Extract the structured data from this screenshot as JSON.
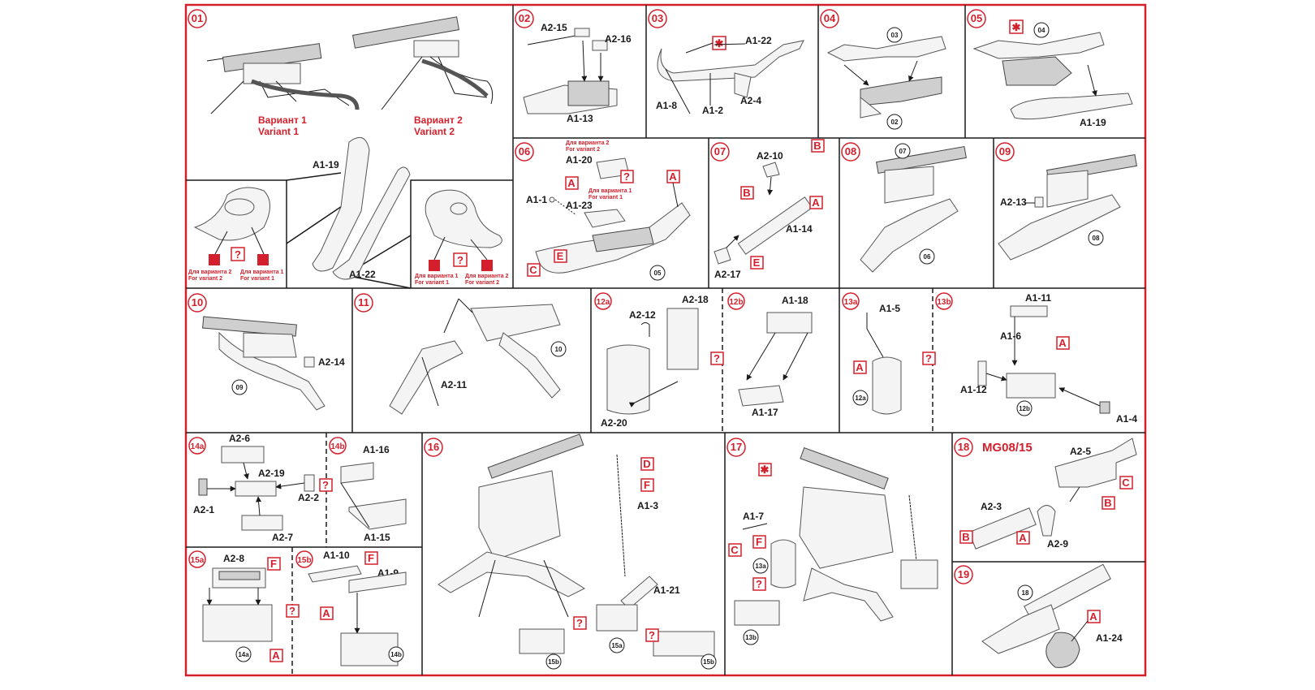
{
  "steps": {
    "s01": "01",
    "s02": "02",
    "s03": "03",
    "s04": "04",
    "s05": "05",
    "s06": "06",
    "s07": "07",
    "s08": "08",
    "s09": "09",
    "s10": "10",
    "s11": "11",
    "s12a": "12a",
    "s12b": "12b",
    "s13a": "13a",
    "s13b": "13b",
    "s14a": "14a",
    "s14b": "14b",
    "s15a": "15a",
    "s15b": "15b",
    "s16": "16",
    "s17": "17",
    "s18": "18",
    "s19": "19"
  },
  "variants": {
    "v1_ru": "Вариант 1",
    "v1_en": "Variant 1",
    "v2_ru": "Вариант 2",
    "v2_en": "Variant 2",
    "for_v1_ru": "Для варианта 1",
    "for_v1_en": "For variant 1",
    "for_v2_ru": "Для варианта 2",
    "for_v2_en": "For variant 2"
  },
  "parts": {
    "a1_1": "A1-1",
    "a1_2": "A1-2",
    "a1_3": "A1-3",
    "a1_4": "A1-4",
    "a1_5": "A1-5",
    "a1_6": "A1-6",
    "a1_7": "A1-7",
    "a1_8": "A1-8",
    "a1_9": "A1-9",
    "a1_10": "A1-10",
    "a1_11": "A1-11",
    "a1_12": "A1-12",
    "a1_13": "A1-13",
    "a1_14": "A1-14",
    "a1_15": "A1-15",
    "a1_16": "A1-16",
    "a1_17": "A1-17",
    "a1_18": "A1-18",
    "a1_19": "A1-19",
    "a1_20": "A1-20",
    "a1_21": "A1-21",
    "a1_22": "A1-22",
    "a1_23": "A1-23",
    "a1_24": "A1-24",
    "a2_1": "A2-1",
    "a2_2": "A2-2",
    "a2_3": "A2-3",
    "a2_4": "A2-4",
    "a2_5": "A2-5",
    "a2_6": "A2-6",
    "a2_7": "A2-7",
    "a2_8": "A2-8",
    "a2_9": "A2-9",
    "a2_10": "A2-10",
    "a2_11": "A2-11",
    "a2_12": "A2-12",
    "a2_13": "A2-13",
    "a2_14": "A2-14",
    "a2_15": "A2-15",
    "a2_16": "A2-16",
    "a2_17": "A2-17",
    "a2_18": "A2-18",
    "a2_19": "A2-19",
    "a2_20": "A2-20"
  },
  "colors": {
    "A": "A",
    "B": "B",
    "C": "C",
    "D": "D",
    "E": "E",
    "F": "F",
    "q": "?"
  },
  "title18": "MG08/15",
  "colors_hex": {
    "accent": "#d4202c",
    "line": "#1a1a1a",
    "part_fill": "#f4f4f4",
    "part_dark": "#cfcfcf"
  }
}
